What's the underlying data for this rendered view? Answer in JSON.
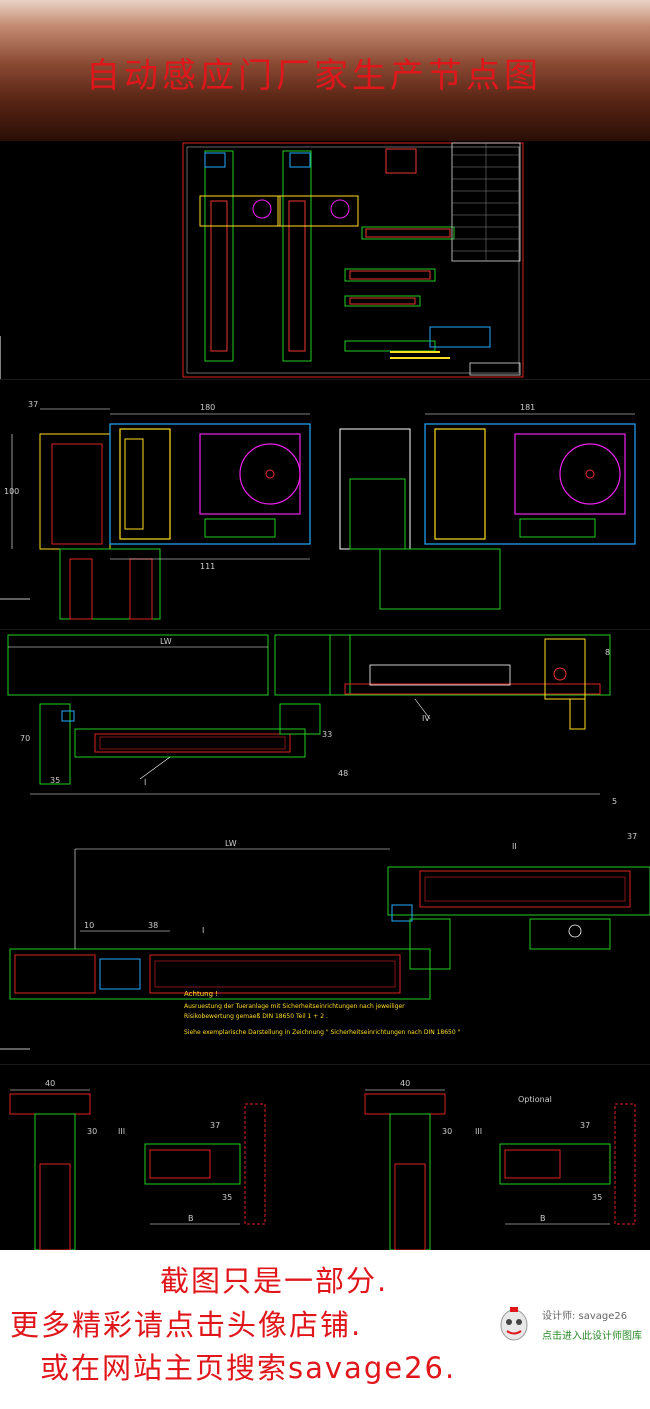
{
  "banner": {
    "title": "自动感应门厂家生产节点图"
  },
  "cad": {
    "dims": [
      "180",
      "37",
      "100",
      "111",
      "181",
      "LW",
      "8",
      "5",
      "70",
      "33",
      "35",
      "48",
      "IV",
      "I",
      "II",
      "III",
      "10",
      "38",
      "B",
      "30",
      "40",
      "Optional",
      "30",
      "37",
      "40",
      "35"
    ],
    "note": {
      "title": "Achtung !",
      "line1": "Ausruestung der Tueranlage mit Sicherheitseinrichtungen nach jeweiliger",
      "line2": "Risikobewertung gemaeß DIN 18650 Teil 1 + 2 .",
      "line3": "Siehe exemplarische Darstellung in Zeichnung \" Sicherheitseinrichtungen nach DIN 18650 \""
    }
  },
  "footer": {
    "line1": "截图只是一部分.",
    "line2": "更多精彩请点击头像店铺.",
    "line3": "或在网站主页搜索savage26."
  },
  "designer": {
    "label": "设计师: savage26",
    "link": "点击进入此设计师图库"
  },
  "colors": {
    "accent_red": "#e0161b",
    "cad_bg": "#000000"
  }
}
